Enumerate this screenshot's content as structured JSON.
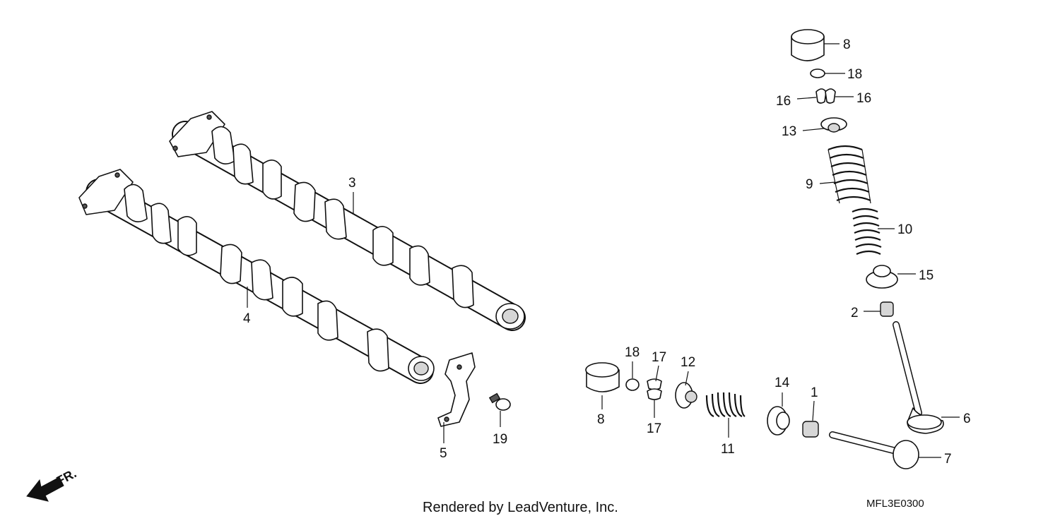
{
  "diagram": {
    "callouts": [
      {
        "id": "c8a",
        "label": "8"
      },
      {
        "id": "c18a",
        "label": "18"
      },
      {
        "id": "c16a",
        "label": "16"
      },
      {
        "id": "c16b",
        "label": "16"
      },
      {
        "id": "c13",
        "label": "13"
      },
      {
        "id": "c9",
        "label": "9"
      },
      {
        "id": "c10",
        "label": "10"
      },
      {
        "id": "c15",
        "label": "15"
      },
      {
        "id": "c2",
        "label": "2"
      },
      {
        "id": "c6",
        "label": "6"
      },
      {
        "id": "c7",
        "label": "7"
      },
      {
        "id": "c3",
        "label": "3"
      },
      {
        "id": "c4",
        "label": "4"
      },
      {
        "id": "c5",
        "label": "5"
      },
      {
        "id": "c19",
        "label": "19"
      },
      {
        "id": "c8b",
        "label": "8"
      },
      {
        "id": "c18b",
        "label": "18"
      },
      {
        "id": "c17a",
        "label": "17"
      },
      {
        "id": "c17b",
        "label": "17"
      },
      {
        "id": "c12",
        "label": "12"
      },
      {
        "id": "c11",
        "label": "11"
      },
      {
        "id": "c14",
        "label": "14"
      },
      {
        "id": "c1",
        "label": "1"
      }
    ],
    "direction_marker": "FR.",
    "footer": {
      "rendered_by": "Rendered by LeadVenture, Inc.",
      "drawing_code": "MFL3E0300"
    }
  }
}
